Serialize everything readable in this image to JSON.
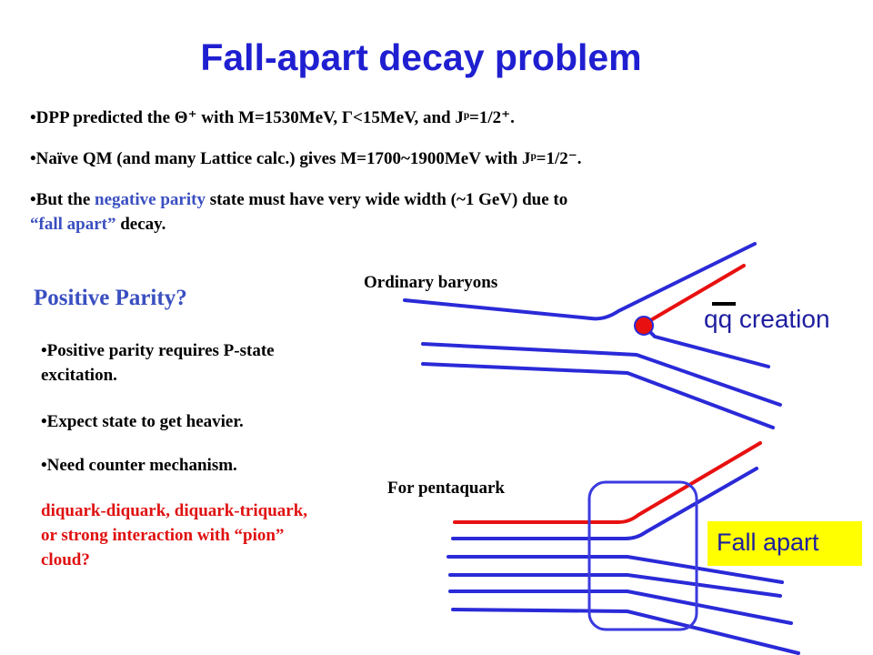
{
  "title": "Fall-apart decay problem",
  "bullets": {
    "b1": "•DPP predicted the Θ⁺ with M=1530MeV, Γ<15MeV, and Jᵖ=1/2⁺.",
    "b2": "•Naïve QM (and many Lattice calc.) gives  M=1700~1900MeV with Jᵖ=1/2⁻.",
    "b3_pre": "•But the ",
    "b3_hl": "negative parity",
    "b3_post": " state must have very wide width (~1 GeV) due to",
    "b3_line2_hl": "“fall apart”",
    "b3_line2_post": " decay."
  },
  "positive": {
    "title": "Positive Parity?",
    "items": [
      "•Positive parity requires P-state excitation.",
      "•Expect state to get heavier.",
      "•Need counter mechanism."
    ],
    "red_note": "diquark-diquark, diquark-triquark, or strong interaction with “pion” cloud?"
  },
  "diagram": {
    "ordinary_label": "Ordinary baryons",
    "pentaquark_label": "For pentaquark",
    "qq_label": "qq creation",
    "fall_apart_label": "Fall apart",
    "colors": {
      "quark_line": "#2a2ad8",
      "red_line": "#e81010",
      "vertex": "#e81010",
      "box": "#2a2ad8",
      "yellow": "#ffff00"
    }
  }
}
